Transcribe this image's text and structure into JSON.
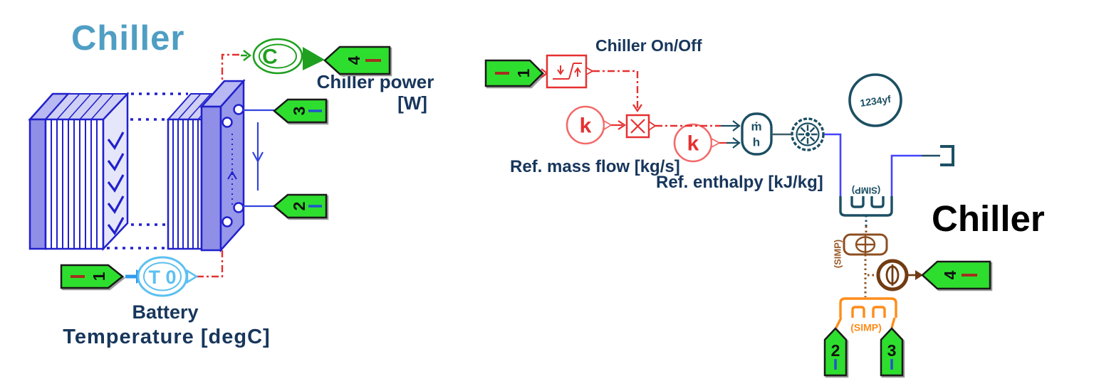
{
  "left_diagram": {
    "title": "Chiller",
    "power_sensor_label": "C",
    "temp_sensor_label": "T 0",
    "annotations": {
      "power_line1": "Chiller power",
      "power_line2": "[W]",
      "battery_line1": "Battery",
      "battery_line2": "Temperature [degC]"
    },
    "ports": {
      "p1": "1",
      "p2": "2",
      "p3": "3",
      "p4": "4"
    }
  },
  "right_diagram": {
    "title": "Chiller",
    "annotations": {
      "onoff": "Chiller On/Off",
      "mass_flow": "Ref. mass flow [kg/s]",
      "enthalpy": "Ref. enthalpy [kJ/kg]"
    },
    "gain1_label": "k",
    "gain2_label": "k",
    "source_mdot": "ṁ",
    "source_h": "h",
    "refrigerant_label": "1234yf",
    "simp_top": "(SIMP)",
    "simp_middle": "(SIMP)",
    "simp_bottom": "(SIMP)",
    "ports": {
      "p1": "1",
      "p2": "2",
      "p3": "3",
      "p4": "4"
    }
  },
  "colors": {
    "title_teal": "#4f9ec4",
    "label_navy": "#17365c",
    "component_blue": "#2121cc",
    "signal_red": "#e63030",
    "port_green": "#2ede2e",
    "sensor_green": "#1fa01f",
    "sensor_cyan": "#5cc0f0",
    "thermal_teal": "#1c4f63",
    "valve_brown": "#8d4f21",
    "simp_orange": "#ff8c1a",
    "wire_blue": "#4444ff"
  }
}
